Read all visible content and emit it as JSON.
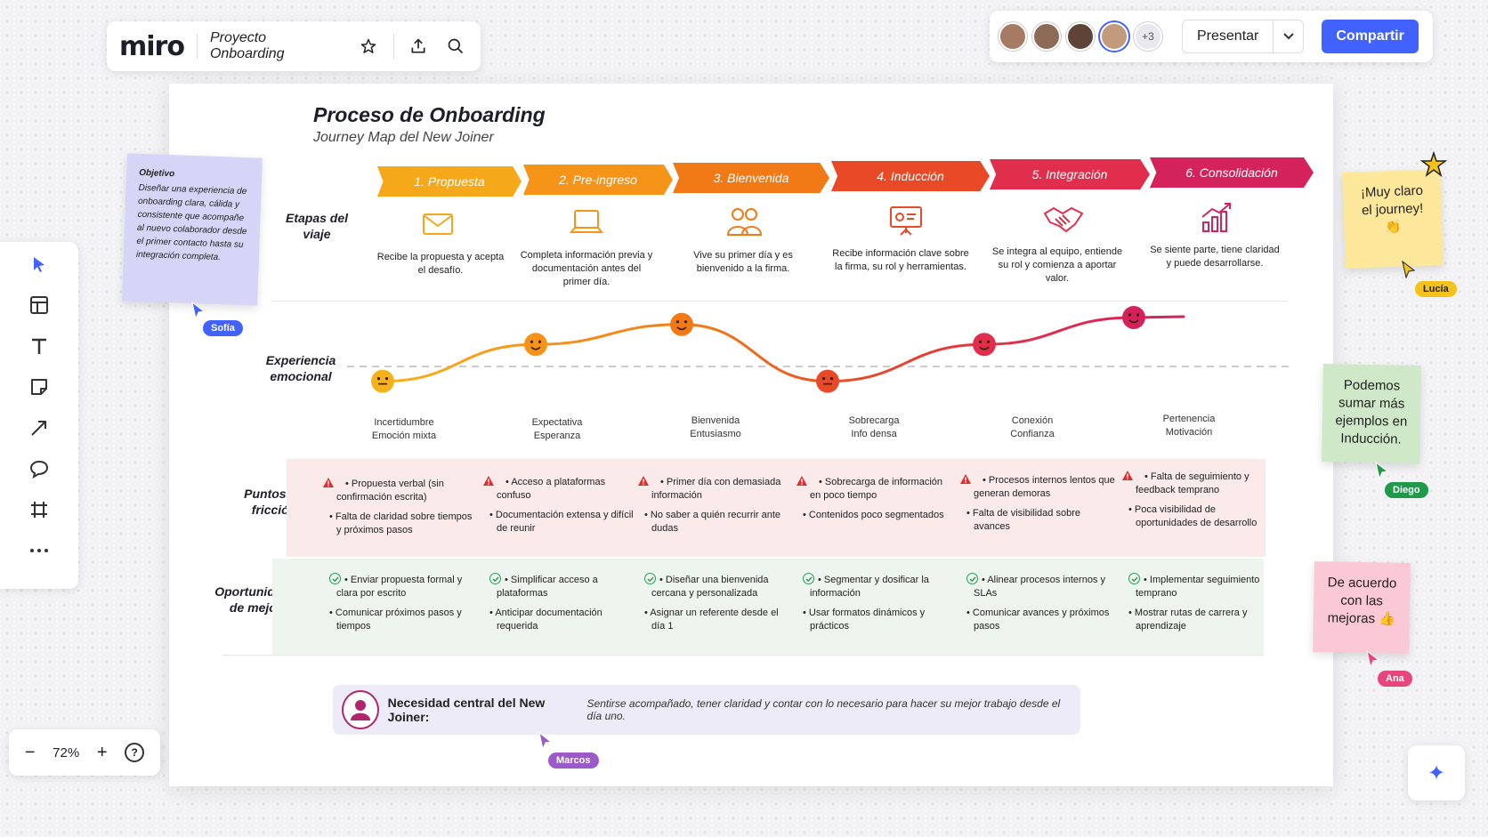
{
  "app": {
    "logo": "miro",
    "board_name": "Proyecto Onboarding"
  },
  "collab": {
    "more_count": "+3",
    "present_label": "Presentar",
    "share_label": "Compartir"
  },
  "zoom": {
    "minus": "−",
    "level": "72%",
    "plus": "+",
    "help": "?"
  },
  "board": {
    "title": "Proceso de Onboarding",
    "subtitle": "Journey Map del New Joiner",
    "row_labels": {
      "stages": "Etapas del viaje",
      "emotion": "Experiencia emocional",
      "friction": "Puntos de fricción",
      "opportunities": "Oportunidades de mejora"
    },
    "stages": [
      {
        "name": "1. Propuesta",
        "color": "#f6a81b",
        "desc": "Recibe la propuesta y acepta el desafío.",
        "icon": "envelope-icon"
      },
      {
        "name": "2. Pre-ingreso",
        "color": "#f59419",
        "desc": "Completa información previa y documentación antes del primer día.",
        "icon": "laptop-icon"
      },
      {
        "name": "3. Bienvenida",
        "color": "#f17a17",
        "desc": "Vive su primer día y es bienvenido a la firma.",
        "icon": "people-icon"
      },
      {
        "name": "4. Inducción",
        "color": "#e84a27",
        "desc": "Recibe información clave sobre la firma, su rol y herramientas.",
        "icon": "presentation-icon"
      },
      {
        "name": "5. Integración",
        "color": "#e22e4d",
        "desc": "Se integra al equipo, entiende su rol y comienza a aportar valor.",
        "icon": "handshake-icon"
      },
      {
        "name": "6. Consolidación",
        "color": "#d4235c",
        "desc": "Se siente parte, tiene claridad y puede desarrollarse.",
        "icon": "growth-chart-icon"
      }
    ],
    "emotions": [
      {
        "line1": "Incertidumbre",
        "line2": "Emoción mixta",
        "level": 0.28,
        "color": "#f6b21b"
      },
      {
        "line1": "Expectativa",
        "line2": "Esperanza",
        "level": 0.65,
        "color": "#f59419"
      },
      {
        "line1": "Bienvenida",
        "line2": "Entusiasmo",
        "level": 0.85,
        "color": "#f17a17"
      },
      {
        "line1": "Sobrecarga",
        "line2": "Info densa",
        "level": 0.28,
        "color": "#e84a27"
      },
      {
        "line1": "Conexión",
        "line2": "Confianza",
        "level": 0.65,
        "color": "#e22e4d"
      },
      {
        "line1": "Pertenencia",
        "line2": "Motivación",
        "level": 0.92,
        "color": "#d4235c"
      }
    ],
    "friction": [
      [
        "Propuesta verbal (sin confirmación escrita)",
        "Falta de claridad sobre tiempos y próximos pasos"
      ],
      [
        "Acceso a plataformas confuso",
        "Documentación extensa y difícil de reunir"
      ],
      [
        "Primer día con demasiada información",
        "No saber a quién recurrir ante dudas"
      ],
      [
        "Sobrecarga de información en poco tiempo",
        "Contenidos poco segmentados"
      ],
      [
        "Procesos internos lentos que generan demoras",
        "Falta de visibilidad sobre avances"
      ],
      [
        "Falta de seguimiento y feedback temprano",
        "Poca visibilidad de oportunidades de desarrollo"
      ]
    ],
    "opportunities": [
      [
        "Enviar propuesta formal y clara por escrito",
        "Comunicar próximos pasos y tiempos"
      ],
      [
        "Simplificar acceso a plataformas",
        "Anticipar documentación requerida"
      ],
      [
        "Diseñar una bienvenida cercana y personalizada",
        "Asignar un referente desde el día 1"
      ],
      [
        "Segmentar y dosificar la información",
        "Usar formatos dinámicos y prácticos"
      ],
      [
        "Alinear procesos internos y SLAs",
        "Comunicar avances y próximos pasos"
      ],
      [
        "Implementar seguimiento temprano",
        "Mostrar rutas de carrera y aprendizaje"
      ]
    ],
    "need": {
      "label": "Necesidad central del New Joiner:",
      "text": "Sentirse acompañado, tener claridad y contar con lo necesario para hacer su mejor trabajo desde el día uno."
    }
  },
  "stickies": {
    "objective": {
      "title": "Objetivo",
      "text": "Diseñar una experiencia de onboarding clara, cálida y consistente que acompañe al nuevo colaborador desde el primer contacto hasta su integración completa.",
      "color": "#d6d4f7"
    },
    "lucia": {
      "text": "¡Muy claro el journey! 👏",
      "color": "#fde79a"
    },
    "diego": {
      "text": "Podemos sumar más ejemplos en Inducción.",
      "color": "#cfe9c8"
    },
    "ana": {
      "text": "De acuerdo con las mejoras 👍",
      "color": "#fbc8d8"
    }
  },
  "cursors": [
    {
      "name": "Sofía",
      "color": "#4262ff"
    },
    {
      "name": "Lucía",
      "color": "#f4c21a"
    },
    {
      "name": "Diego",
      "color": "#1f9a4a"
    },
    {
      "name": "Ana",
      "color": "#e8457a"
    },
    {
      "name": "Marcos",
      "color": "#9b59c9"
    }
  ]
}
